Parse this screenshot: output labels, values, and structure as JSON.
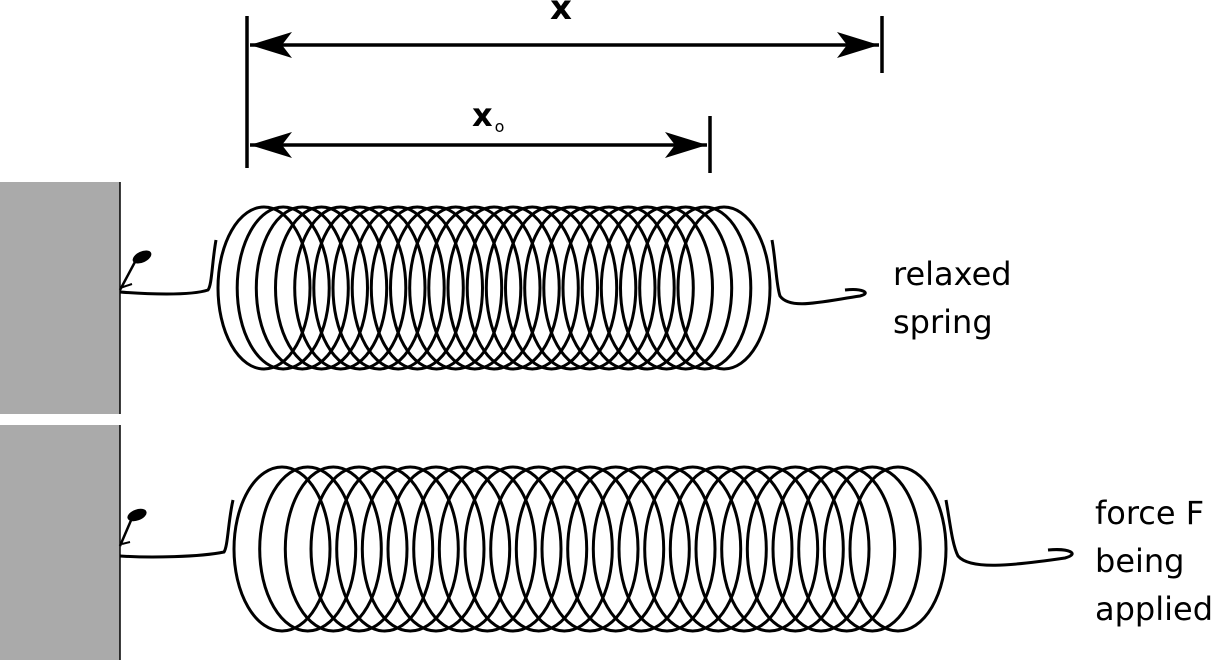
{
  "labels": {
    "x": "x",
    "x0_main": "x",
    "x0_sub": "o",
    "relaxed": [
      "relaxed",
      "spring"
    ],
    "force": [
      "force F",
      "being",
      "applied"
    ]
  },
  "colors": {
    "wall": "#aaaaaa",
    "ink": "#000000",
    "background": "#ffffff"
  },
  "springs": {
    "relaxed": {
      "turns": 25
    },
    "stretched": {
      "turns": 25
    }
  }
}
